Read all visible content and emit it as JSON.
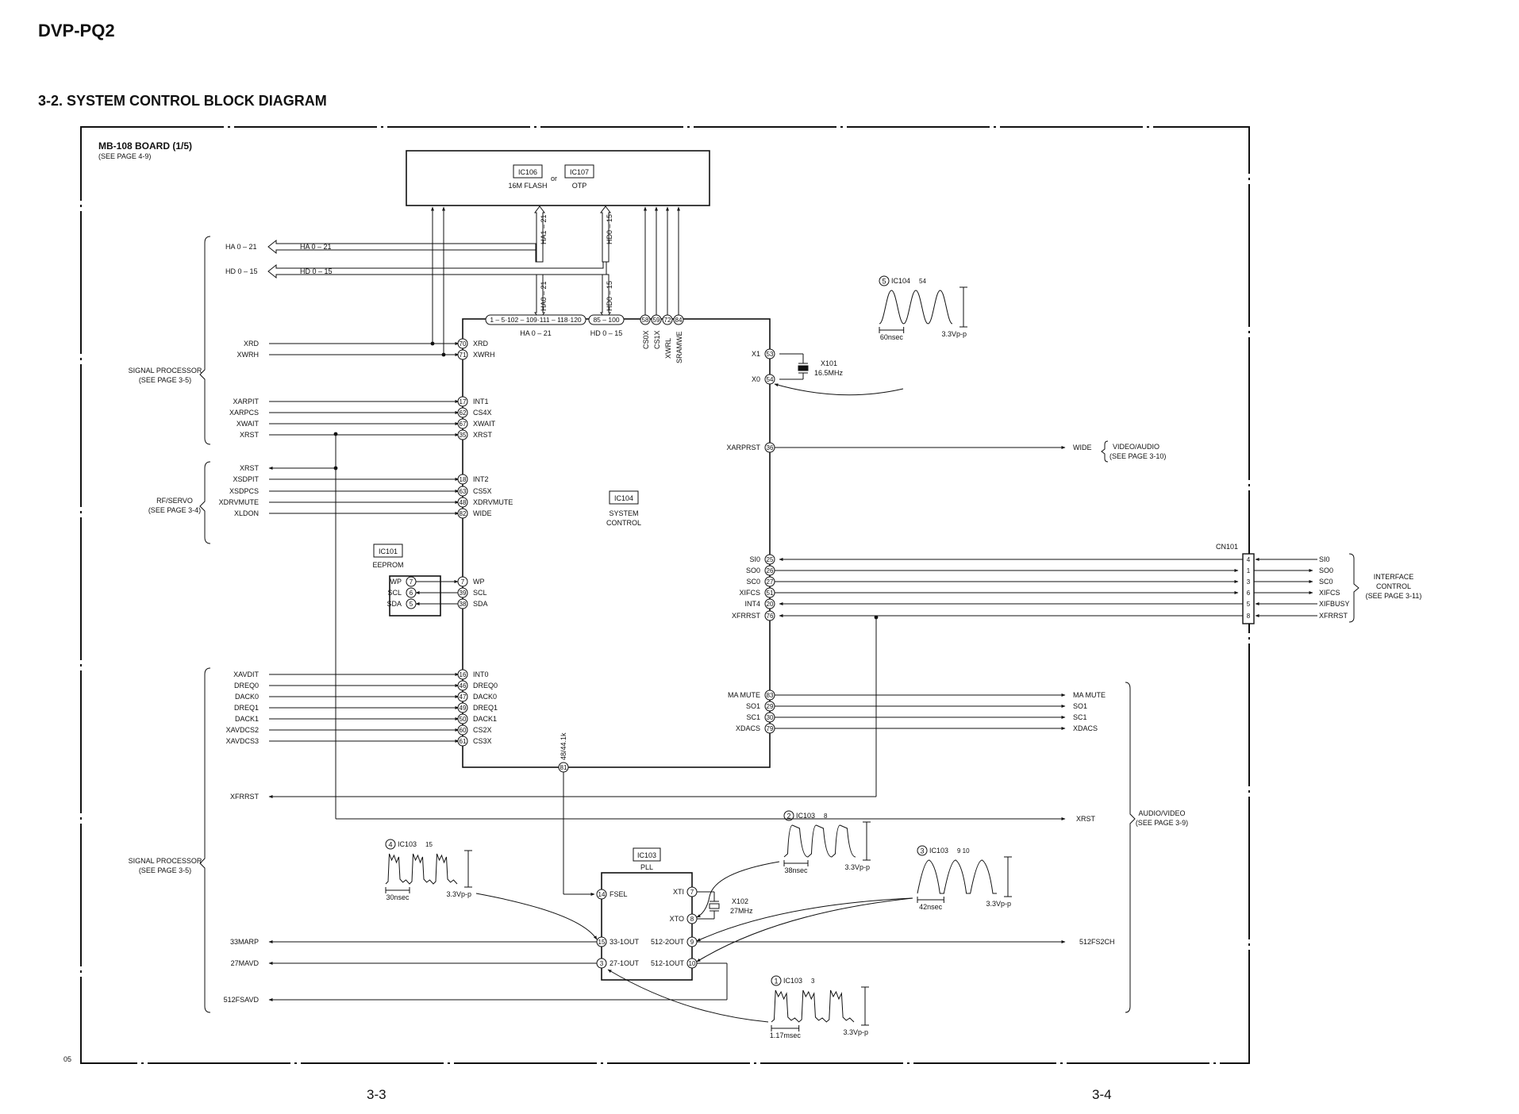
{
  "header": {
    "model": "DVP-PQ2",
    "section": "3-2.   SYSTEM CONTROL BLOCK DIAGRAM"
  },
  "footer": {
    "page_left": "3-3",
    "page_right": "3-4",
    "code": "05"
  },
  "board": {
    "title": "MB-108 BOARD (1/5)",
    "ref": "(SEE PAGE 4-9)"
  },
  "flash": {
    "ic106": "IC106",
    "or": "or",
    "ic107": "IC107",
    "label1": "16M FLASH",
    "label2": "OTP"
  },
  "bus": {
    "ha_out": "HA 0 – 21",
    "hd_out": "HD 0 – 15",
    "ha_line": "HA 0 – 21",
    "hd_line": "HD 0 – 15",
    "ha1": "HA1 – 21",
    "hd0_top": "HD0 – 15",
    "ha0": "HA0 – 21",
    "hd0_bot": "HD0 – 15",
    "pins_ha": "1 – 5·102 – 109·111 – 118·120",
    "pins_hd": "85 – 100",
    "pin58": "58",
    "pin59": "59",
    "pin72": "72",
    "pin84": "84",
    "ha_sub": "HA 0 – 21",
    "hd_sub": "HD 0 – 15",
    "cs0x": "CS0X",
    "cs1x": "CS1X",
    "xwrl": "XWRL",
    "sramwe": "SRAMWE"
  },
  "ic104": {
    "name": "IC104",
    "line1": "SYSTEM",
    "line2": "CONTROL"
  },
  "left_groups": {
    "sp_top": [
      "SIGNAL PROCESSOR",
      "(SEE PAGE 3-5)"
    ],
    "rf": [
      "RF/SERVO",
      "(SEE PAGE 3-4)"
    ],
    "sp_bottom": [
      "SIGNAL PROCESSOR",
      "(SEE PAGE 3-5)"
    ]
  },
  "left_signals": [
    {
      "ext": "XRD",
      "pin": "70",
      "name": "XRD"
    },
    {
      "ext": "XWRH",
      "pin": "71",
      "name": "XWRH"
    },
    {
      "ext": "XARPIT",
      "pin": "17",
      "name": "INT1"
    },
    {
      "ext": "XARPCS",
      "pin": "62",
      "name": "CS4X"
    },
    {
      "ext": "XWAIT",
      "pin": "67",
      "name": "XWAIT"
    },
    {
      "ext": "XRST",
      "pin": "35",
      "name": "XRST"
    },
    {
      "ext": "XRST",
      "pin": "",
      "name": ""
    },
    {
      "ext": "XSDPIT",
      "pin": "18",
      "name": "INT2"
    },
    {
      "ext": "XSDPCS",
      "pin": "63",
      "name": "CS5X"
    },
    {
      "ext": "XDRVMUTE",
      "pin": "48",
      "name": "XDRVMUTE"
    },
    {
      "ext": "XLDON",
      "pin": "82",
      "name": "WIDE"
    },
    {
      "ext": "XAVDIT",
      "pin": "16",
      "name": "INT0"
    },
    {
      "ext": "DREQ0",
      "pin": "46",
      "name": "DREQ0"
    },
    {
      "ext": "DACK0",
      "pin": "47",
      "name": "DACK0"
    },
    {
      "ext": "DREQ1",
      "pin": "49",
      "name": "DREQ1"
    },
    {
      "ext": "DACK1",
      "pin": "50",
      "name": "DACK1"
    },
    {
      "ext": "XAVDCS2",
      "pin": "60",
      "name": "CS2X"
    },
    {
      "ext": "XAVDCS3",
      "pin": "61",
      "name": "CS3X"
    }
  ],
  "eeprom": {
    "name": "IC101",
    "label": "EEPROM",
    "pins": [
      {
        "name": "WP",
        "pin": "7",
        "cpin": "7",
        "cname": "WP"
      },
      {
        "name": "SCL",
        "pin": "6",
        "cpin": "39",
        "cname": "SCL"
      },
      {
        "name": "SDA",
        "pin": "5",
        "cpin": "38",
        "cname": "SDA"
      }
    ]
  },
  "right_signals": {
    "x1": {
      "name": "X1",
      "pin": "53"
    },
    "x0": {
      "name": "X0",
      "pin": "54"
    },
    "xtal": {
      "name": "X101",
      "freq": "16.5MHz"
    },
    "xarprst": {
      "name": "XARPRST",
      "pin": "36",
      "ext": "WIDE",
      "dest": [
        "VIDEO/AUDIO",
        "(SEE PAGE 3-10)"
      ]
    },
    "interface": [
      {
        "name": "SI0",
        "pin": "25",
        "cn": "4",
        "ext": "SI0"
      },
      {
        "name": "SO0",
        "pin": "26",
        "cn": "1",
        "ext": "SO0"
      },
      {
        "name": "SC0",
        "pin": "27",
        "cn": "3",
        "ext": "SC0"
      },
      {
        "name": "XIFCS",
        "pin": "51",
        "cn": "6",
        "ext": "XIFCS"
      },
      {
        "name": "INT4",
        "pin": "20",
        "cn": "5",
        "ext": "XIFBUSY"
      },
      {
        "name": "XFRRST",
        "pin": "76",
        "cn": "8",
        "ext": "XFRRST"
      }
    ],
    "cn101": "CN101",
    "interface_dest": [
      "INTERFACE",
      "CONTROL",
      "(SEE PAGE 3-11)"
    ],
    "av": [
      {
        "name": "MA MUTE",
        "pin": "83",
        "ext": "MA MUTE"
      },
      {
        "name": "SO1",
        "pin": "29",
        "ext": "SO1"
      },
      {
        "name": "SC1",
        "pin": "30",
        "ext": "SC1"
      },
      {
        "name": "XDACS",
        "pin": "79",
        "ext": "XDACS"
      }
    ],
    "av_dest": [
      "AUDIO/VIDEO",
      "(SEE PAGE 3-9)"
    ]
  },
  "bottom": {
    "fs_pin": "81",
    "fs_label": "48/44.1k",
    "xfrrst": "XFRRST",
    "xrst": "XRST",
    "pll": {
      "name": "IC103",
      "label": "PLL"
    },
    "pll_pins": {
      "fsel": {
        "pin": "14",
        "name": "FSEL"
      },
      "xti": {
        "pin": "7",
        "name": "XTI"
      },
      "xto": {
        "pin": "8",
        "name": "XTO"
      },
      "p15": {
        "pin": "15",
        "name": "33-1OUT"
      },
      "p3": {
        "pin": "3",
        "name": "27-1OUT"
      },
      "p9": {
        "pin": "9",
        "name": "512-2OUT"
      },
      "p10": {
        "pin": "10",
        "name": "512-1OUT"
      }
    },
    "x102": {
      "name": "X102",
      "freq": "27MHz"
    },
    "out_33": "33MARP",
    "out_27": "27MAVD",
    "out_512": "512FSAVD",
    "out_512r": "512FS2CH"
  },
  "waveforms": [
    {
      "num": "5",
      "ic": "IC104",
      "pin": "54",
      "time": "60nsec",
      "amp": "3.3Vp-p"
    },
    {
      "num": "2",
      "ic": "IC103",
      "pin": "8",
      "time": "38nsec",
      "amp": "3.3Vp-p"
    },
    {
      "num": "3",
      "ic": "IC103",
      "pin": "9 10",
      "time": "42nsec",
      "amp": "3.3Vp-p"
    },
    {
      "num": "4",
      "ic": "IC103",
      "pin": "15",
      "time": "30nsec",
      "amp": "3.3Vp-p"
    },
    {
      "num": "1",
      "ic": "IC103",
      "pin": "3",
      "time": "1.17msec",
      "amp": "3.3Vp-p"
    }
  ]
}
